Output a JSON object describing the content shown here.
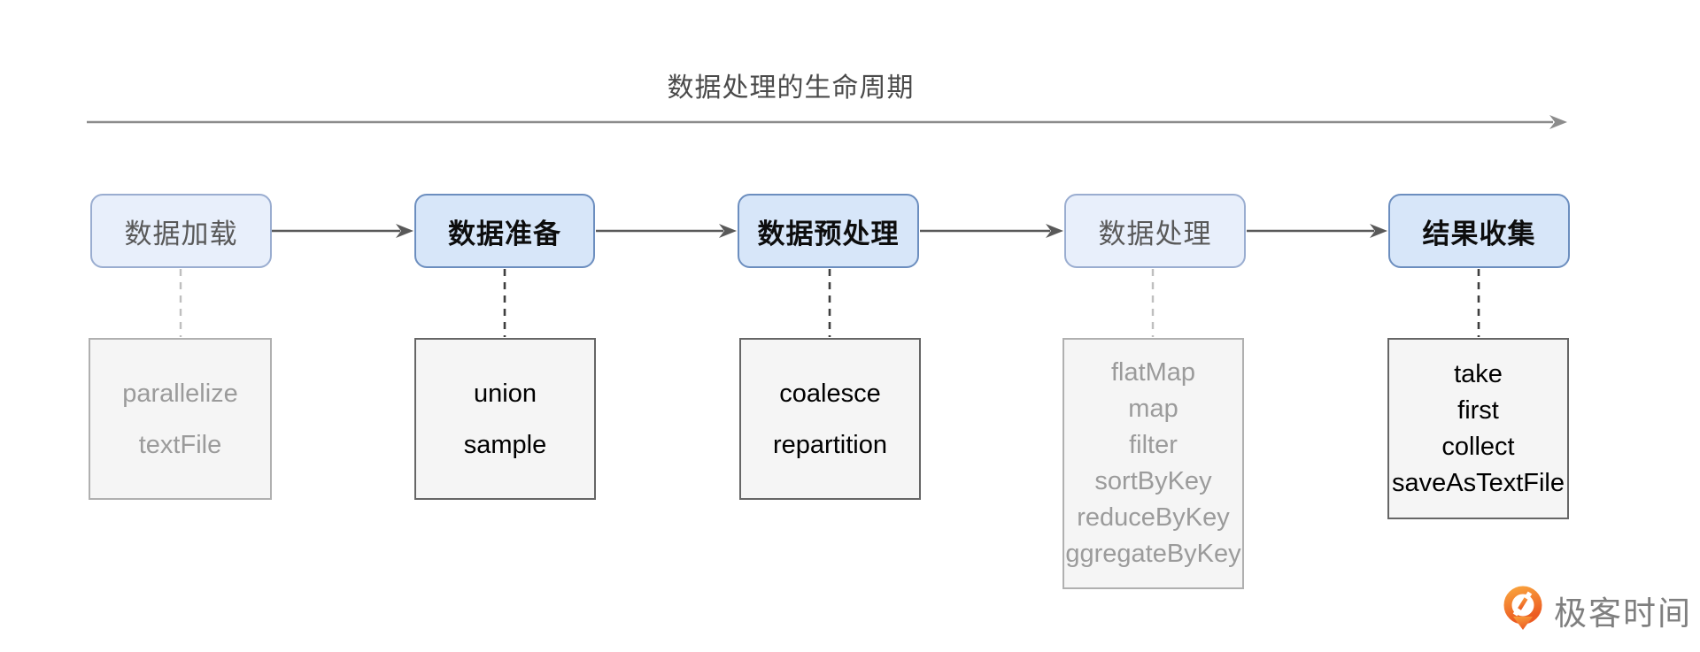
{
  "title": "数据处理的生命周期",
  "colors": {
    "active_box_fill": "#d7e6f9",
    "active_box_border": "#6c8ebf",
    "inactive_box_fill": "#e8effb",
    "inactive_box_border": "#9aadd0",
    "method_box_fill": "#f5f5f5",
    "active_method_border": "#666666",
    "inactive_method_border": "#b0b0b0",
    "inactive_text": "#9b9b9b",
    "arrow_gray": "#8c8c8c",
    "connector_dark": "#595959",
    "logo_orange": "#f0641e"
  },
  "stages": [
    {
      "label": "数据加载",
      "state": "inactive",
      "methods": [
        "parallelize",
        "textFile"
      ]
    },
    {
      "label": "数据准备",
      "state": "active",
      "methods": [
        "union",
        "sample"
      ]
    },
    {
      "label": "数据预处理",
      "state": "active",
      "methods": [
        "coalesce",
        "repartition"
      ]
    },
    {
      "label": "数据处理",
      "state": "inactive",
      "methods": [
        "flatMap",
        "map",
        "filter",
        "sortByKey",
        "reduceByKey",
        "ggregateByKey"
      ]
    },
    {
      "label": "结果收集",
      "state": "active",
      "methods": [
        "take",
        "first",
        "collect",
        "saveAsTextFile"
      ]
    }
  ],
  "footer": {
    "logo_icon": "geektime-pin-icon",
    "logo_text": "极客时间"
  }
}
